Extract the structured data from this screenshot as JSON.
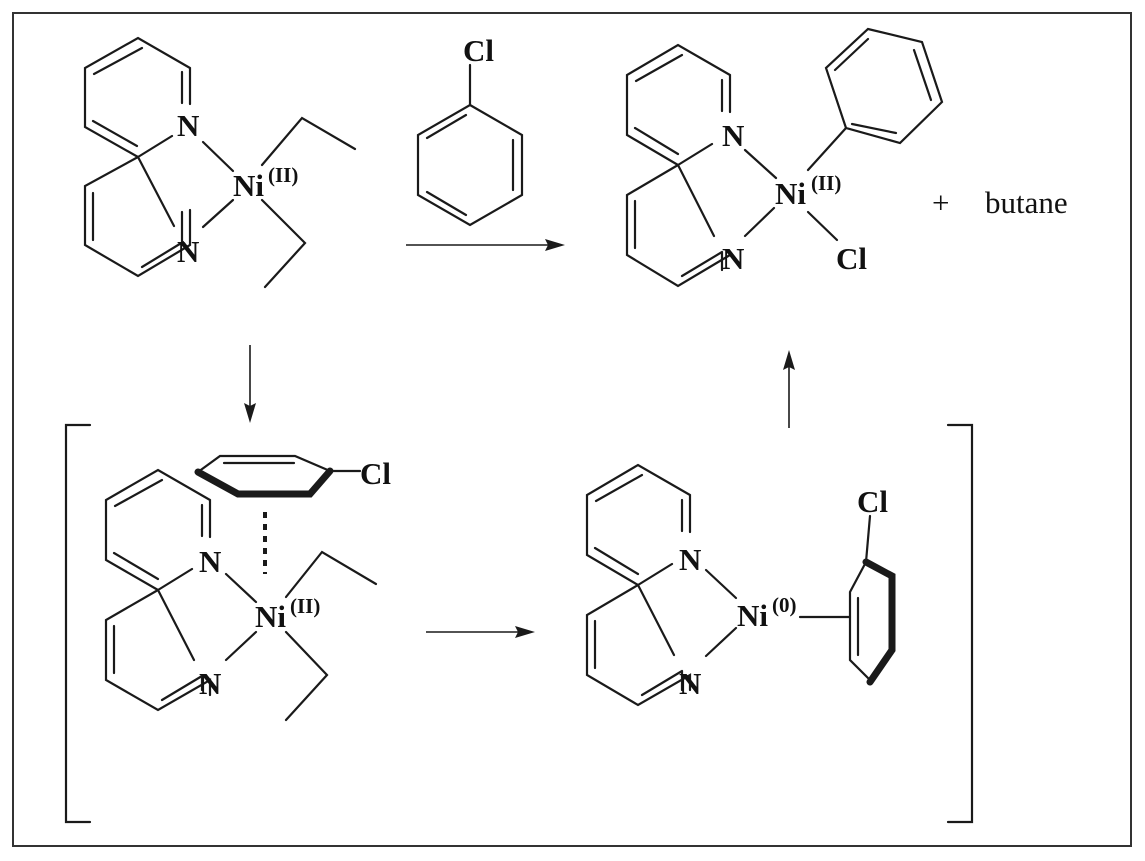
{
  "labels": {
    "nitrogen": "N",
    "nickel": "Ni",
    "chlorine": "Cl",
    "ox_ii": "(II)",
    "ox_0": "(0)",
    "plus": "+",
    "butane": "butane"
  },
  "colors": {
    "ink": "#111111",
    "frame": "#333333",
    "background": "#ffffff"
  }
}
